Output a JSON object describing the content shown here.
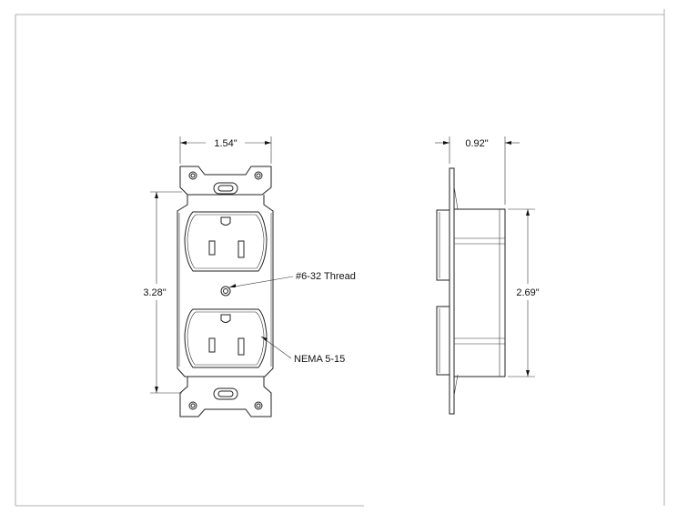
{
  "front_view": {
    "width_dim": "1.54\"",
    "height_dim": "3.28\"",
    "thread_callout": "#6-32 Thread",
    "receptacle_callout": "NEMA 5-15"
  },
  "side_view": {
    "depth_dim": "0.92\"",
    "height_dim": "2.69\""
  },
  "colors": {
    "line": "#222222",
    "frame": "#aaaaaa"
  }
}
